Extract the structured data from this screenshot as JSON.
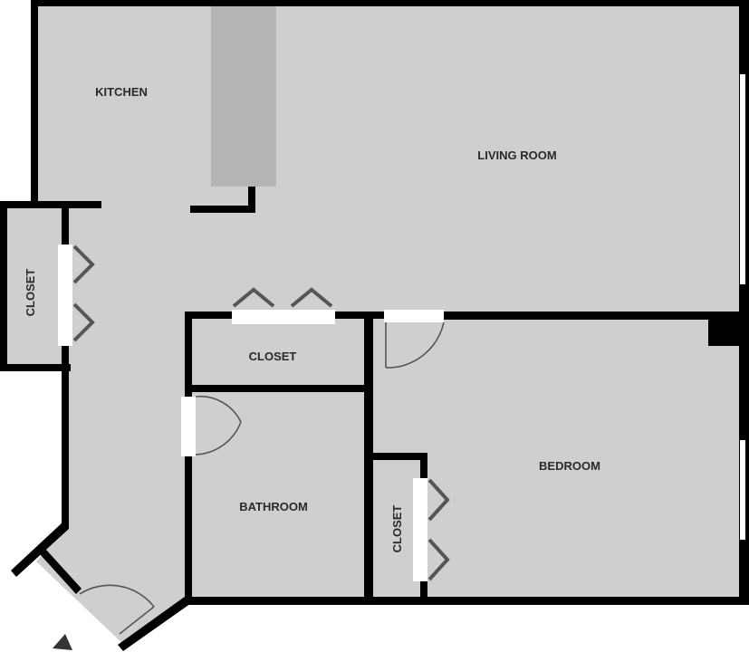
{
  "rooms": {
    "kitchen": "KITCHEN",
    "living_room": "LIVING ROOM",
    "closet_entry": "CLOSET",
    "closet_hall": "CLOSET",
    "bathroom": "BATHROOM",
    "bedroom": "BEDROOM",
    "closet_bedroom": "CLOSET"
  },
  "colors": {
    "floor": "#cfcfcf",
    "wall": "#000000",
    "counter": "#b5b5b5",
    "opening": "#ffffff",
    "window": "#ffffff"
  }
}
